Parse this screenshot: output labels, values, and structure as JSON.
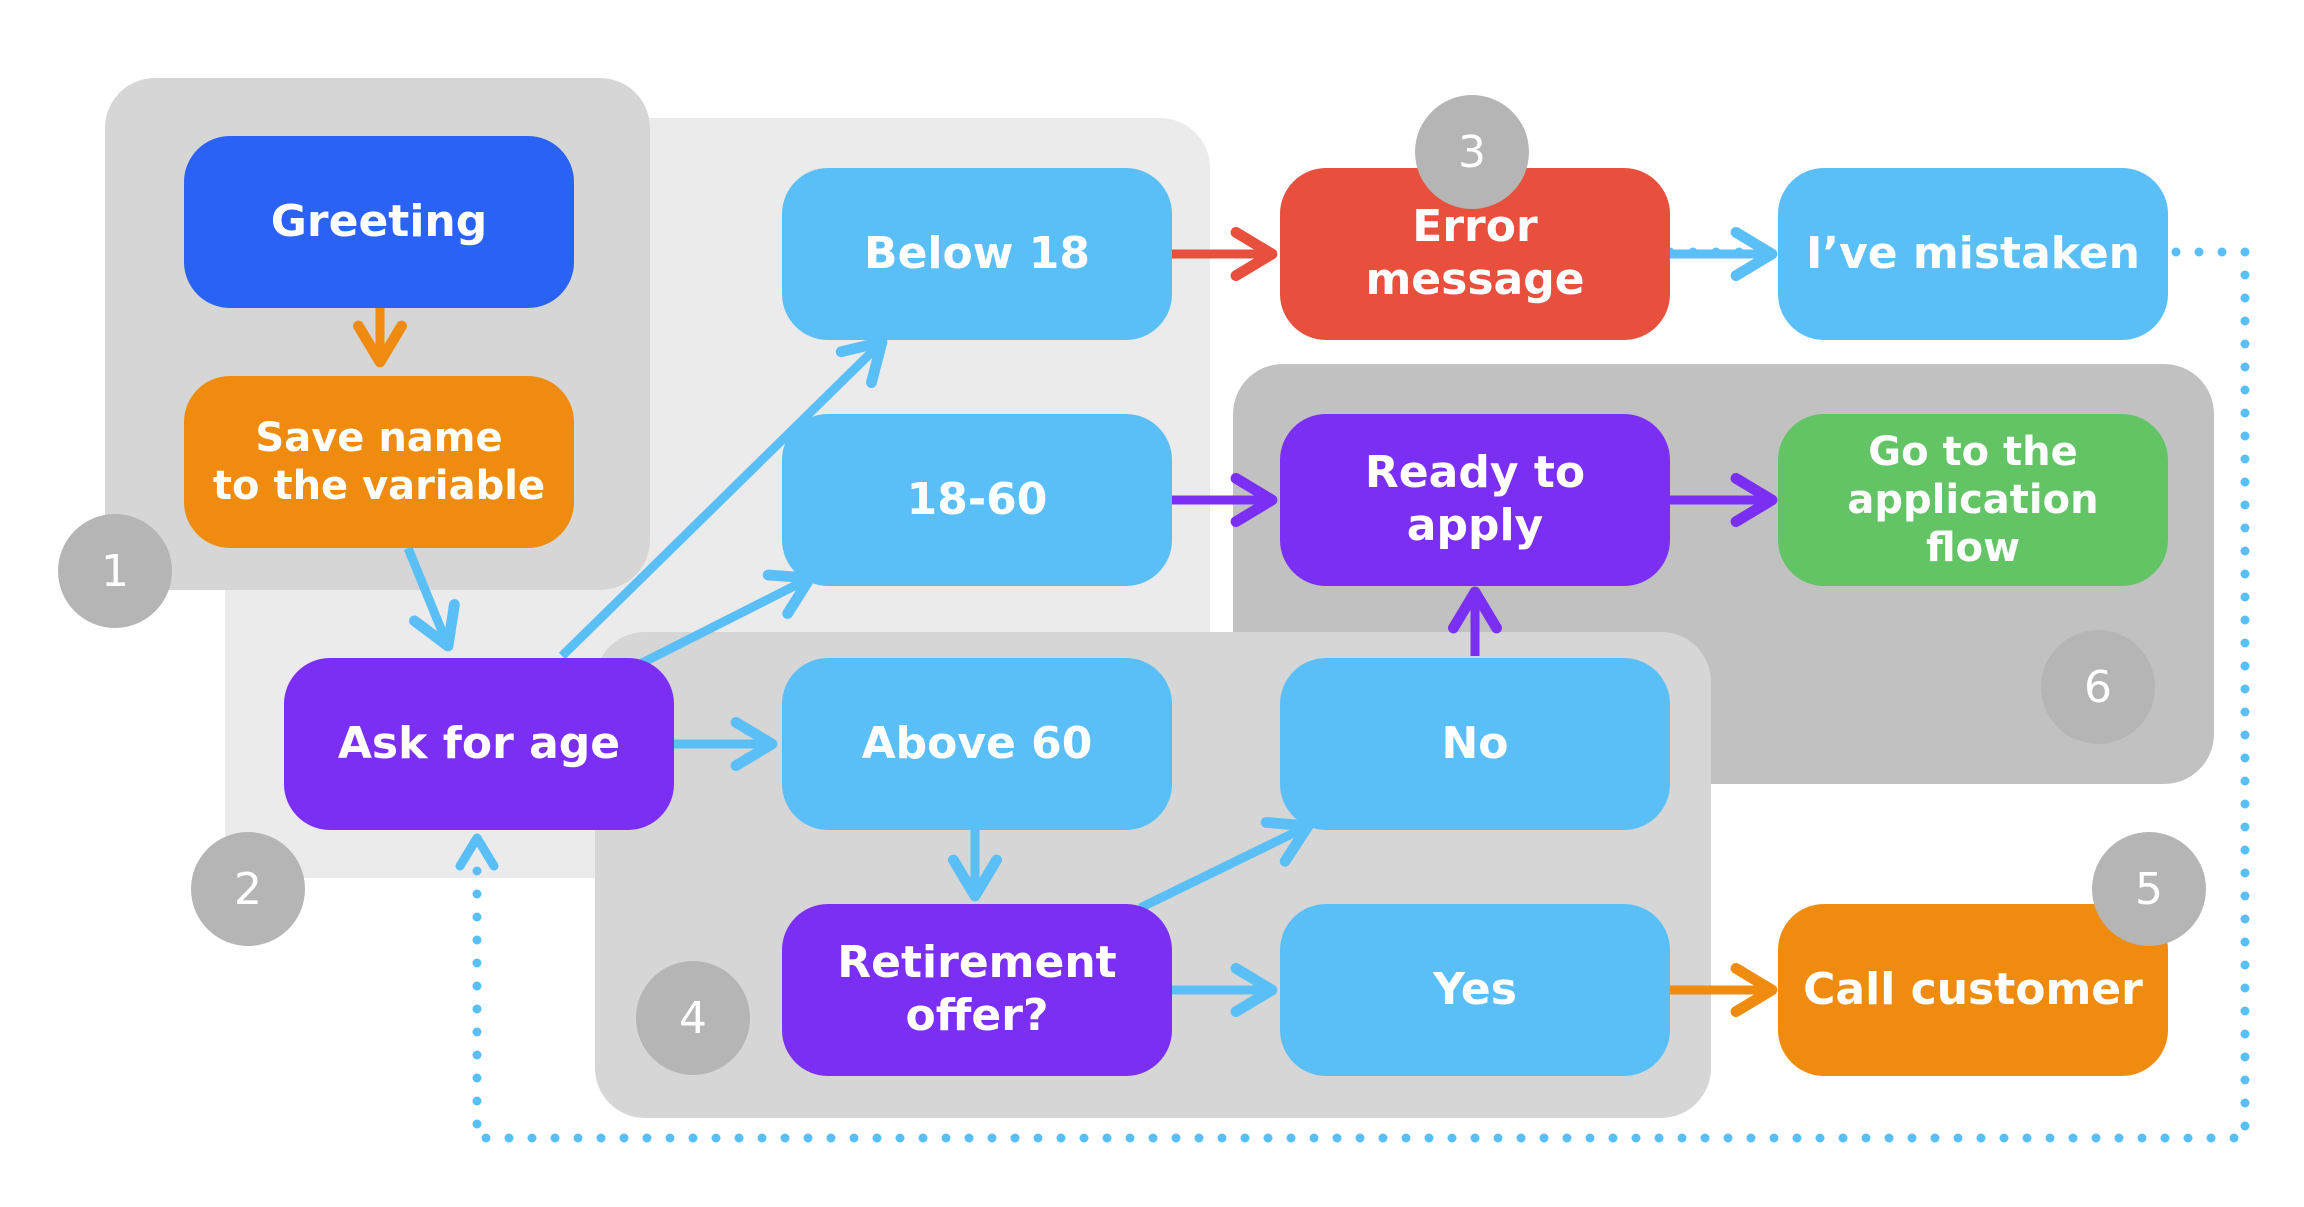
{
  "colors": {
    "blue_dark": "#2962f5",
    "orange": "#ef8c0f",
    "purple": "#7b2ff4",
    "light_blue": "#5bbff7",
    "red": "#e84f3d",
    "green": "#63c466",
    "group_gray": "#d6d6d6",
    "group_light": "#ebebeb",
    "group_dark": "#c1c1c1",
    "badge": "#b5b5b5"
  },
  "nodes": {
    "greeting": "Greeting",
    "save_name": "Save name\nto the variable",
    "ask_age": "Ask for age",
    "below_18": "Below 18",
    "age_18_60": "18-60",
    "above_60": "Above 60",
    "retirement_offer": "Retirement\noffer?",
    "error_message": "Error message",
    "mistaken": "I’ve mistaken",
    "ready_to_apply": "Ready to apply",
    "application_flow": "Go to the\napplication flow",
    "no": "No",
    "yes": "Yes",
    "call_customer": "Call customer"
  },
  "badges": {
    "b1": "1",
    "b2": "2",
    "b3": "3",
    "b4": "4",
    "b5": "5",
    "b6": "6"
  }
}
